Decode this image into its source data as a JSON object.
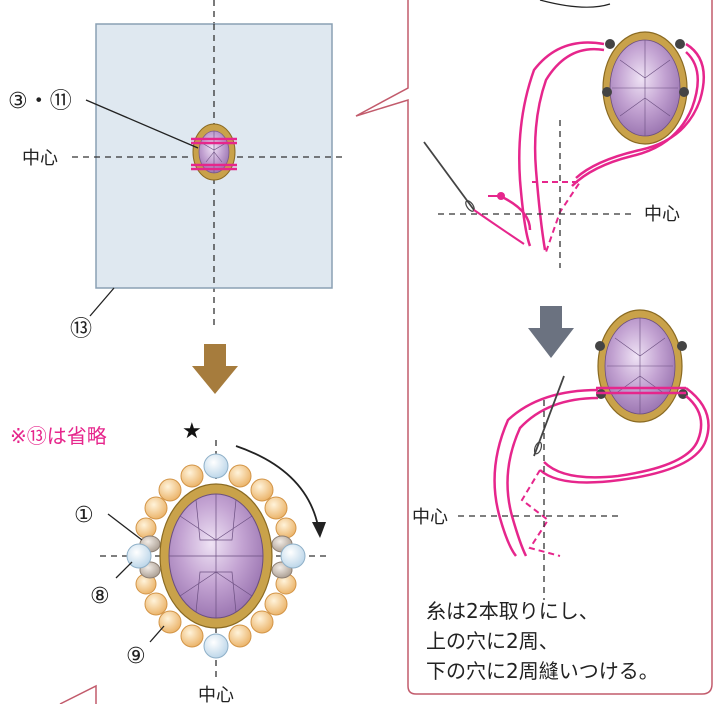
{
  "labels": {
    "step_3_11": "③・⑪",
    "center_left": "中心",
    "step_13": "⑬",
    "note_omitted": "※⑬は省略",
    "star": "★",
    "step_1": "①",
    "step_8": "⑧",
    "step_9": "⑨",
    "center_bottom": "中心",
    "center_right_top": "中心",
    "center_right_bottom": "中心",
    "instruction_line1": "糸は2本取りにし、",
    "instruction_line2": "上の穴に2周、",
    "instruction_line3": "下の穴に2周縫いつける。"
  },
  "colors": {
    "magenta": "#e6268c",
    "fabric_fill": "#dfe8f0",
    "fabric_stroke": "#8aa0b4",
    "stone_purple": "#b693c4",
    "frame_gold": "#c9a24a",
    "arrow_brown": "#a67c3d",
    "arrow_grey": "#6b7280",
    "pearl_blue": "#cfe2f0",
    "bead_orange": "#f3c07a",
    "bead_grey": "#c9beb2",
    "panel_border": "#c25b6c"
  }
}
